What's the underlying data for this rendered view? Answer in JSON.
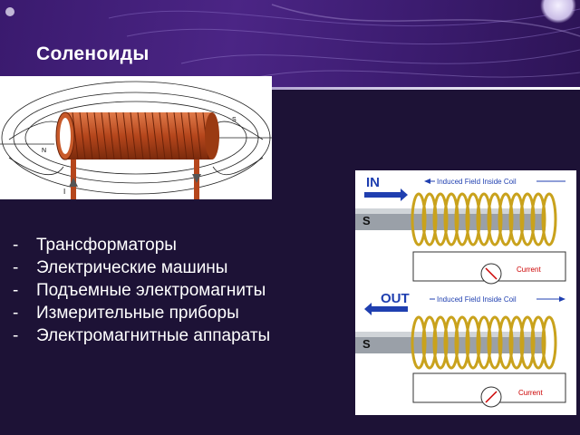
{
  "slide": {
    "title": "Соленоиды",
    "items": [
      "Трансформаторы",
      "Электрические машины",
      "Подъемные электромагниты",
      "Измерительные приборы",
      "Электромагнитные аппараты"
    ]
  },
  "solenoid_figure": {
    "pole_left": "N",
    "pole_right": "S",
    "current_label": "I"
  },
  "induction_figure": {
    "in_label": "IN",
    "out_label": "OUT",
    "field_label": "Induced Field Inside Coil",
    "magnet_pole": "S",
    "current_label": "Current"
  },
  "colors": {
    "background": "#1d1236",
    "banner": "#4b2585",
    "text": "#ffffff",
    "coil": "#b5461c",
    "diagram_accent": "#1f3fb0"
  }
}
